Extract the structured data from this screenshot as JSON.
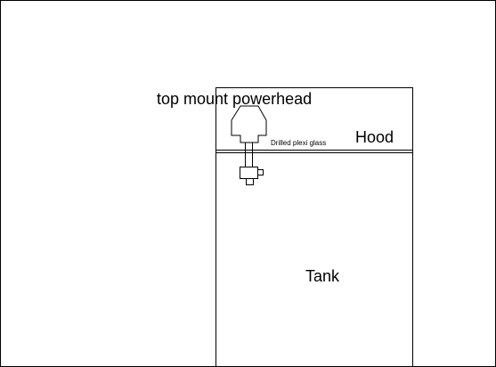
{
  "diagram": {
    "labels": {
      "powerhead": "top mount powerhead",
      "hood": "Hood",
      "plexi": "Drilled plexi glass",
      "tank": "Tank"
    },
    "colors": {
      "stroke": "#000000",
      "background": "#ffffff"
    }
  }
}
